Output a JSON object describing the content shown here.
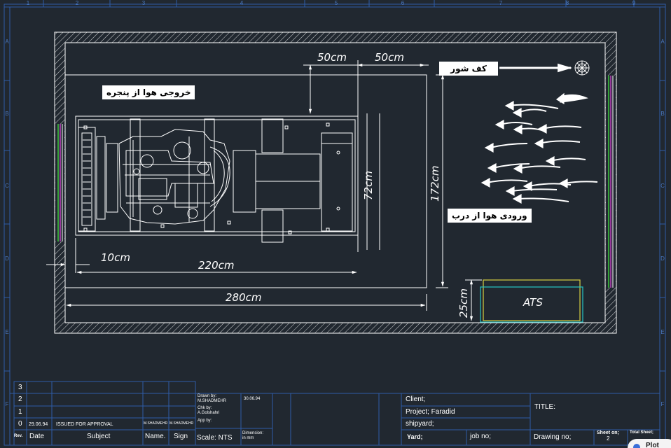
{
  "drawing": {
    "dims": {
      "gap_top": "50cm",
      "gap_front": "50cm",
      "gen_width": "72cm",
      "room_width": "172cm",
      "side_gap": "10cm",
      "gen_length": "220cm",
      "room_length": "280cm",
      "ats_height": "25cm"
    },
    "labels": {
      "exhaust": "خروجی هوا از پنجره",
      "floor_drain": "کف شور",
      "intake": "ورودی هوا از درب",
      "ats": "ATS"
    },
    "border_cols": [
      "1",
      "2",
      "3",
      "4",
      "5",
      "6",
      "7",
      "8",
      "9"
    ],
    "border_rows": [
      "A",
      "B",
      "C",
      "D",
      "E",
      "F"
    ]
  },
  "title_block": {
    "rev_numbers": [
      "3",
      "2",
      "1",
      "0"
    ],
    "rev0": {
      "date": "29.06.94",
      "subject": "ISSUED FOR APPROVAL",
      "name": "M.SHADMEHR",
      "sign": "M.SHADMEHR"
    },
    "headers": {
      "rev": "Rev.",
      "date": "Date",
      "subject": "Subject",
      "name": "Name.",
      "sign": "Sign"
    },
    "drawn_by_label": "Drawn by:",
    "drawn_by": "M.SHADMEHR",
    "drawn_date": "30.06.94",
    "chk_by_label": "Chk by:",
    "chk_by": "A.Golshahri",
    "app_by_label": "App by:",
    "scale": "Scale: NTS",
    "dimension_label": "Dimension:",
    "dimension_value": "in mm",
    "client": "Client;",
    "project": "Project; Faradid",
    "shipyard": "shipyard;",
    "yard": "Yard;",
    "job_no": "job no;",
    "title": "TITLE:",
    "drawing_no": "Drawing no;",
    "sheet_on_label": "Sheet on;",
    "sheet_on": "2",
    "total_sheet_label": "Total Sheet;",
    "plot_badge": "Plot"
  },
  "colors": {
    "background": "#212830",
    "lines": "#ffffff",
    "border_blue": "#2e5da8",
    "ats_cyan": "#27c4c4",
    "ats_yellow": "#d8d040",
    "vent_green": "#3cc83c",
    "vent_magenta": "#c040c0"
  }
}
